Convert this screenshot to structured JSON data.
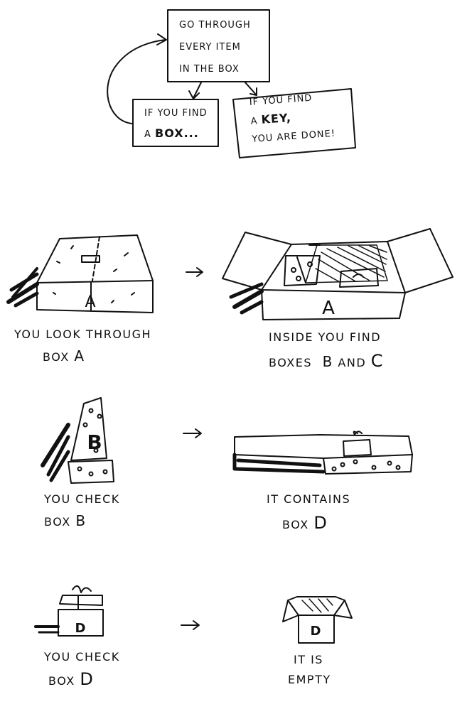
{
  "flowchart": {
    "top_box": [
      "GO THROUGH",
      "EVERY ITEM",
      "IN THE BOX"
    ],
    "left_box": {
      "line1": "IF YOU FIND",
      "line2_prefix": "A ",
      "line2_strong": "BOX",
      "line2_suffix": "..."
    },
    "right_box": {
      "line1": "IF YOU FIND",
      "line2_prefix": "A ",
      "line2_strong": "KEY",
      "line2_suffix": ",",
      "line3": "YOU ARE DONE!"
    }
  },
  "steps": [
    {
      "left": {
        "line1": "YOU LOOK THROUGH",
        "line2": "BOX",
        "letter": "A",
        "box_letter": "A"
      },
      "arrow": "→",
      "right": {
        "line1": "INSIDE YOU FIND",
        "line2_prefix": "BOXES",
        "letter1": "B",
        "mid": "AND",
        "letter2": "C",
        "box_letter": "A"
      }
    },
    {
      "left": {
        "line1": "YOU CHECK",
        "line2": "BOX",
        "letter": "B",
        "box_letter": "B"
      },
      "arrow": "→",
      "right": {
        "line1": "IT CONTAINS",
        "line2": "BOX",
        "letter": "D"
      }
    },
    {
      "left": {
        "line1": "YOU CHECK",
        "line2": "BOX",
        "letter": "D",
        "box_letter": "D"
      },
      "arrow": "→",
      "right": {
        "line1": "IT IS",
        "line2": "EMPTY",
        "box_letter": "D"
      }
    }
  ]
}
